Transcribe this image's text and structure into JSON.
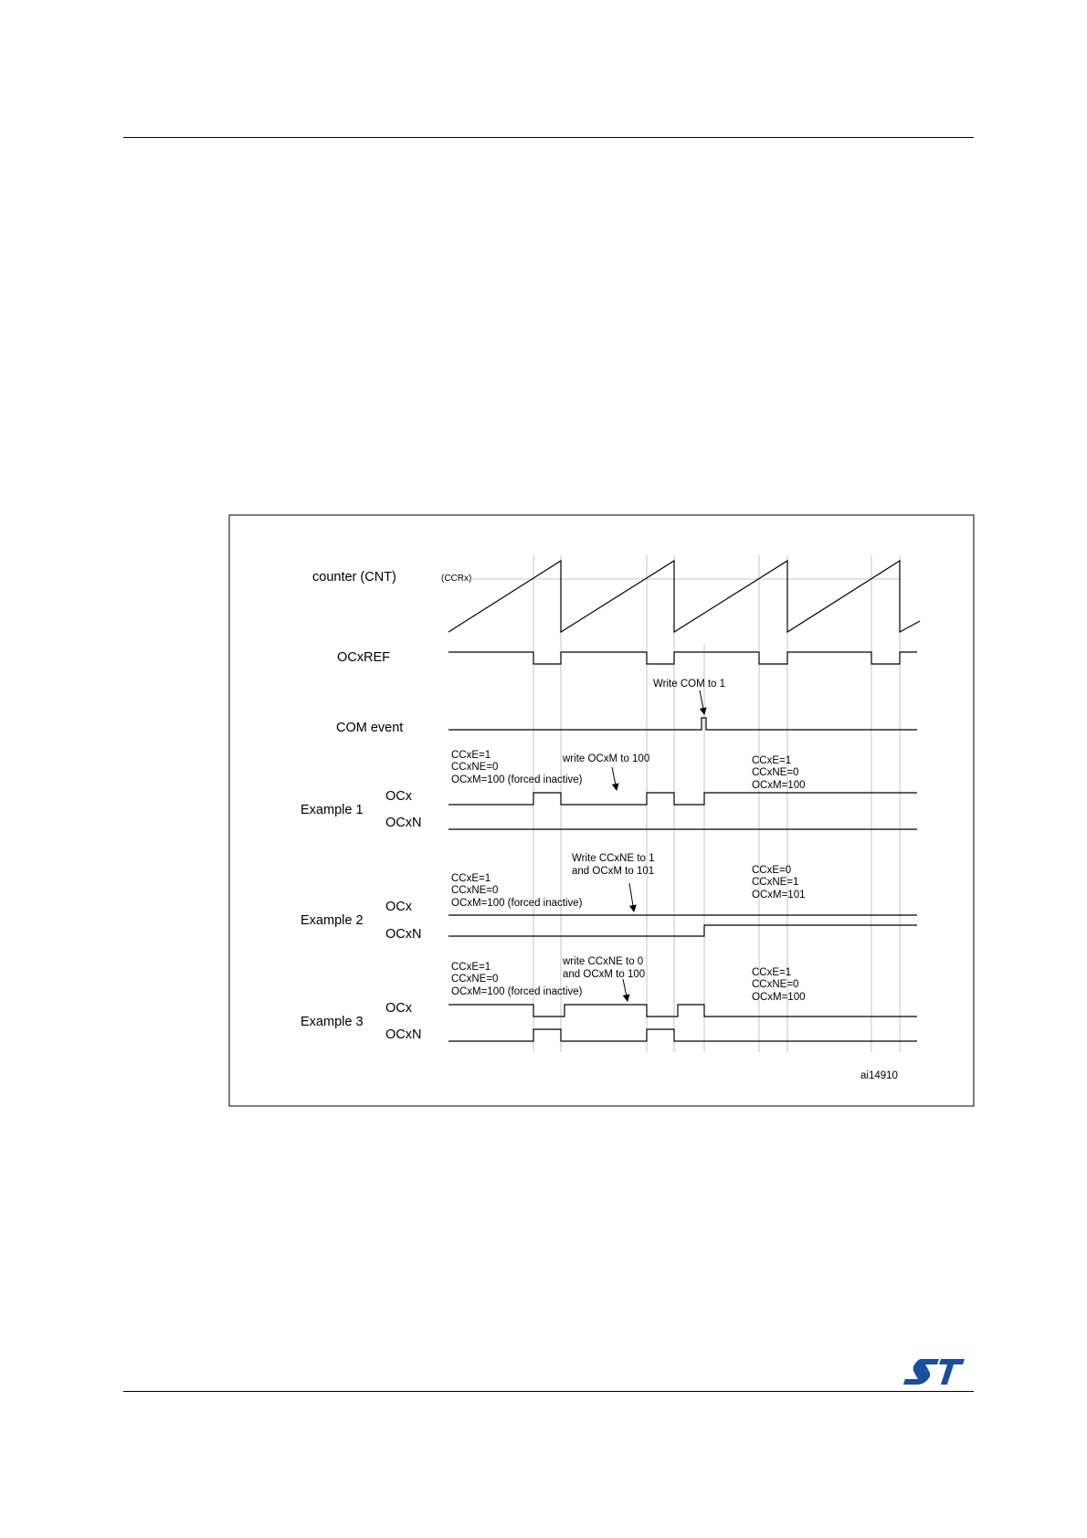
{
  "signals": {
    "counter": "counter (CNT)",
    "ccrx": "(CCRx)",
    "ocxref": "OCxREF",
    "com_event": "COM event"
  },
  "com_annotation": "Write COM to 1",
  "examples": [
    {
      "label": "Example 1",
      "ocx": "OCx",
      "ocxn": "OCxN",
      "initial": [
        "CCxE=1",
        "CCxNE=0",
        "OCxM=100 (forced inactive)"
      ],
      "write": [
        "write OCxM to 100"
      ],
      "after": [
        "CCxE=1",
        "CCxNE=0",
        "OCxM=100"
      ]
    },
    {
      "label": "Example 2",
      "ocx": "OCx",
      "ocxn": "OCxN",
      "initial": [
        "CCxE=1",
        "CCxNE=0",
        "OCxM=100 (forced inactive)"
      ],
      "write": [
        "Write CCxNE to 1",
        "and OCxM to 101"
      ],
      "after": [
        "CCxE=0",
        "CCxNE=1",
        "OCxM=101"
      ]
    },
    {
      "label": "Example 3",
      "ocx": "OCx",
      "ocxn": "OCxN",
      "initial": [
        "CCxE=1",
        "CCxNE=0",
        "OCxM=100 (forced inactive)"
      ],
      "write": [
        "write CCxNE to 0",
        "and OCxM to 100"
      ],
      "after": [
        "CCxE=1",
        "CCxNE=0",
        "OCxM=100"
      ]
    }
  ],
  "figure_id": "ai14910",
  "logo_text": "ST"
}
